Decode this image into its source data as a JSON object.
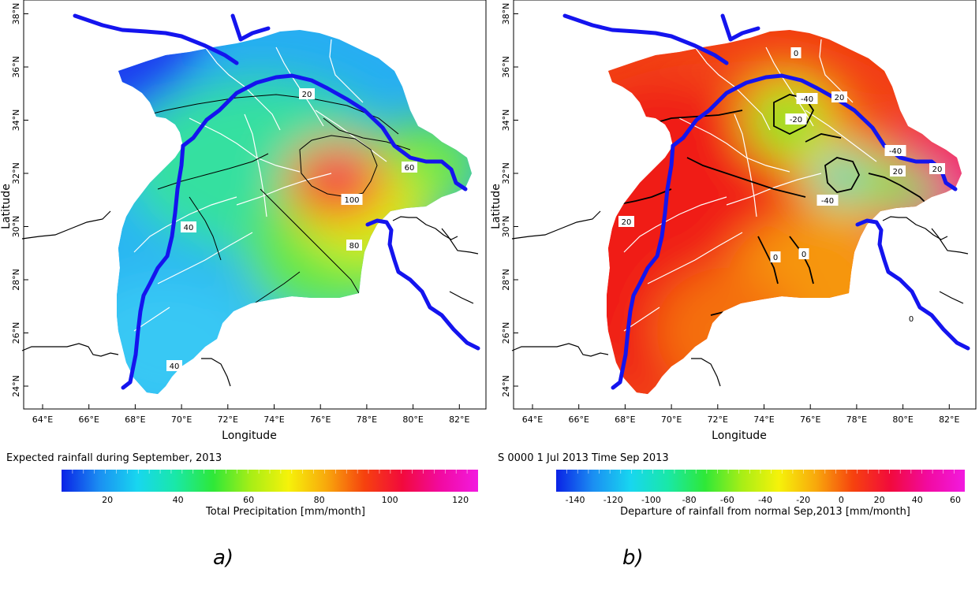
{
  "panels": [
    {
      "id": "a",
      "sub_label": "a)",
      "x_ticks": [
        "64°E",
        "66°E",
        "68°E",
        "70°E",
        "72°E",
        "74°E",
        "76°E",
        "78°E",
        "80°E",
        "82°E"
      ],
      "y_ticks": [
        "24°N",
        "26°N",
        "28°N",
        "30°N",
        "32°N",
        "34°N",
        "36°N",
        "38°N"
      ],
      "xlabel": "Longitude",
      "ylabel": "Latitude",
      "caption": "Expected rainfall during September, 2013",
      "colorbar": {
        "ticks": [
          "20",
          "40",
          "60",
          "80",
          "100",
          "120"
        ],
        "label": "Total Precipitation [mm/month]",
        "range": [
          7,
          125
        ],
        "colors": [
          "#0a22e6",
          "#1b8ff2",
          "#18d6f0",
          "#19e8a8",
          "#2ee838",
          "#a8ee16",
          "#f6f20a",
          "#f8a80c",
          "#f6420e",
          "#f20a3c",
          "#f20aa0",
          "#f21ae0"
        ]
      },
      "contour_labels": [
        "20",
        "40",
        "40",
        "60",
        "80",
        "100"
      ]
    },
    {
      "id": "b",
      "sub_label": "b)",
      "x_ticks": [
        "64°E",
        "66°E",
        "68°E",
        "70°E",
        "72°E",
        "74°E",
        "76°E",
        "78°E",
        "80°E",
        "82°E"
      ],
      "y_ticks": [
        "24°N",
        "26°N",
        "28°N",
        "30°N",
        "32°N",
        "34°N",
        "36°N",
        "38°N"
      ],
      "xlabel": "Longitude",
      "ylabel": "Latitude",
      "caption": "S 0000 1 Jul 2013 Time Sep 2013",
      "colorbar": {
        "ticks": [
          "-140",
          "-120",
          "-100",
          "-80",
          "-60",
          "-40",
          "-20",
          "0",
          "20",
          "40",
          "60"
        ],
        "label": "Departure of rainfall from normal Sep,2013 [mm/month]",
        "range": [
          -150,
          65
        ],
        "colors": [
          "#0a22e6",
          "#1b8ff2",
          "#18d6f0",
          "#19e8a8",
          "#2ee838",
          "#a8ee16",
          "#f6f20a",
          "#f8a80c",
          "#f6420e",
          "#f20a3c",
          "#f20aa0",
          "#f21ae0"
        ]
      },
      "contour_labels": [
        "0",
        "-40",
        "-20",
        "20",
        "20",
        "-40",
        "-40",
        "20",
        "0",
        "0",
        "0",
        "20"
      ]
    }
  ]
}
